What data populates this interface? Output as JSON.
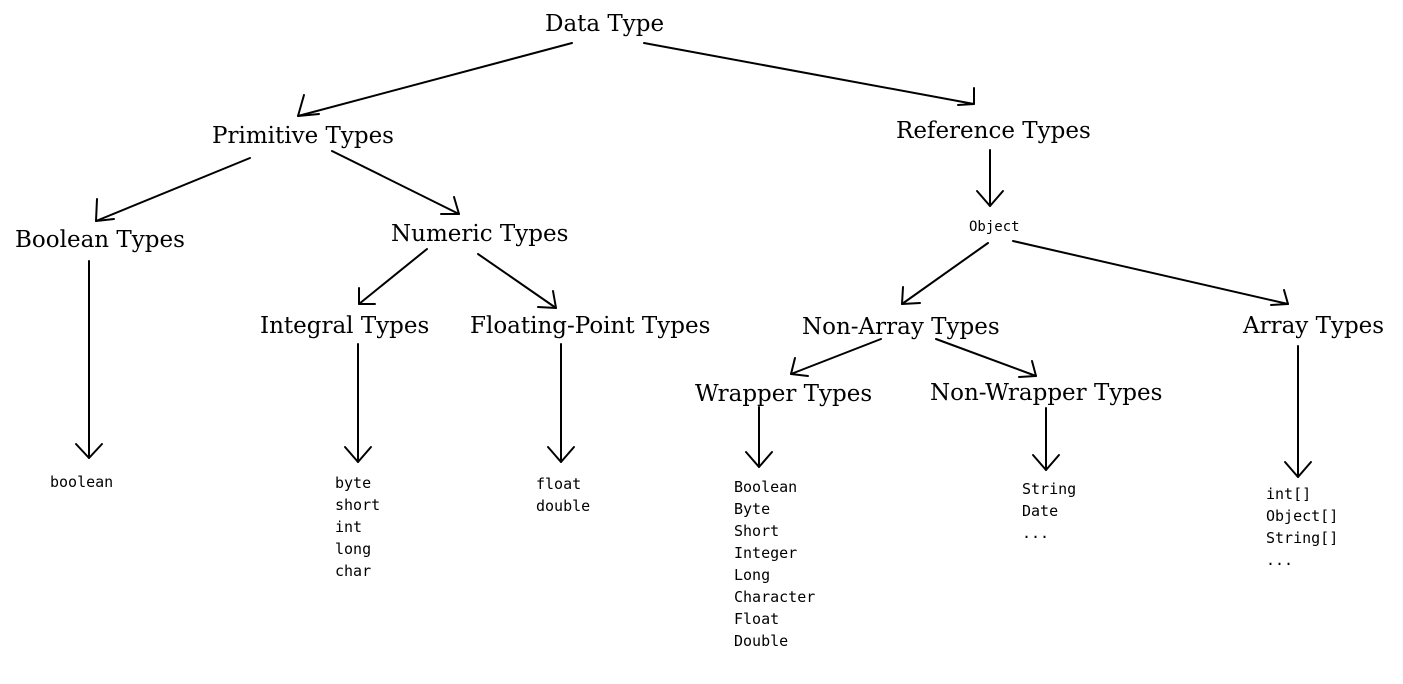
{
  "diagram": {
    "colors": {
      "ink": "#000000",
      "background": "#ffffff"
    },
    "nodes": {
      "data_type": "Data Type",
      "primitive_types": "Primitive Types",
      "reference_types": "Reference Types",
      "boolean_types": "Boolean Types",
      "numeric_types": "Numeric Types",
      "object": "Object",
      "integral_types": "Integral Types",
      "floating_point_types": "Floating-Point Types",
      "non_array_types": "Non-Array Types",
      "array_types": "Array Types",
      "wrapper_types": "Wrapper Types",
      "non_wrapper_types": "Non-Wrapper Types"
    },
    "leaves": {
      "boolean": [
        "boolean"
      ],
      "integral": [
        "byte",
        "short",
        "int",
        "long",
        "char"
      ],
      "floating": [
        "float",
        "double"
      ],
      "wrapper": [
        "Boolean",
        "Byte",
        "Short",
        "Integer",
        "Long",
        "Character",
        "Float",
        "Double"
      ],
      "non_wrapper": [
        "String",
        "Date",
        "..."
      ],
      "array": [
        "int[]",
        "Object[]",
        "String[]",
        "..."
      ]
    }
  }
}
